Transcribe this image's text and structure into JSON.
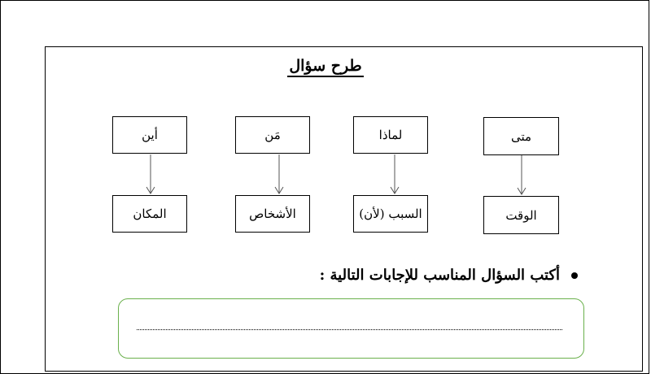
{
  "title": "طرح سؤال",
  "questions": [
    {
      "word": "متى",
      "answer": "الوقت"
    },
    {
      "word": "لماذا",
      "answer": "السبب (لأن)"
    },
    {
      "word": "مَن",
      "answer": "الأشخاص"
    },
    {
      "word": "أين",
      "answer": "المكان"
    }
  ],
  "instruction": "أكتب السؤال المناسب للإجابات التالية  :",
  "colors": {
    "answer_box_border": "#6ab04c"
  }
}
